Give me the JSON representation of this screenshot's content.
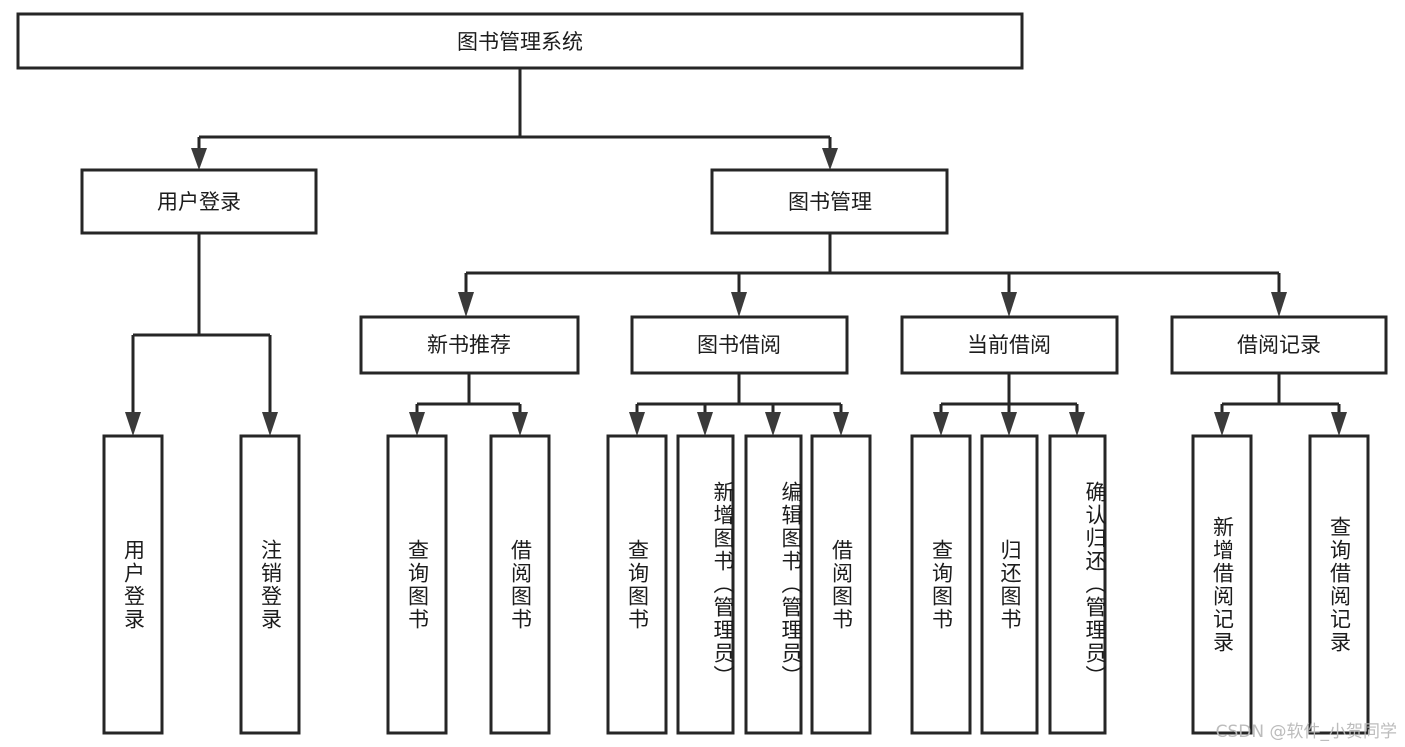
{
  "diagram": {
    "title": "图书管理系统",
    "type": "hierarchy-tree",
    "root": {
      "id": "root",
      "label": "图书管理系统",
      "orientation": "horizontal"
    },
    "level2": [
      {
        "id": "user-login",
        "label": "用户登录",
        "orientation": "horizontal"
      },
      {
        "id": "book-manage",
        "label": "图书管理",
        "orientation": "horizontal"
      }
    ],
    "level3": [
      {
        "id": "new-book-recommend",
        "label": "新书推荐",
        "orientation": "horizontal",
        "parent": "book-manage"
      },
      {
        "id": "book-borrow",
        "label": "图书借阅",
        "orientation": "horizontal",
        "parent": "book-manage"
      },
      {
        "id": "current-borrow",
        "label": "当前借阅",
        "orientation": "horizontal",
        "parent": "book-manage"
      },
      {
        "id": "borrow-record",
        "label": "借阅记录",
        "orientation": "horizontal",
        "parent": "book-manage"
      }
    ],
    "leaves": [
      {
        "id": "leaf-user-login",
        "label": "用户登录",
        "orientation": "vertical",
        "parent": "user-login"
      },
      {
        "id": "leaf-user-logout",
        "label": "注销登录",
        "orientation": "vertical",
        "parent": "user-login"
      },
      {
        "id": "leaf-query-book-1",
        "label": "查询图书",
        "orientation": "vertical",
        "parent": "new-book-recommend"
      },
      {
        "id": "leaf-borrow-book-1",
        "label": "借阅图书",
        "orientation": "vertical",
        "parent": "new-book-recommend"
      },
      {
        "id": "leaf-query-book-2",
        "label": "查询图书",
        "orientation": "vertical",
        "parent": "book-borrow"
      },
      {
        "id": "leaf-add-book",
        "label": "新增图书（管理员）",
        "orientation": "vertical",
        "parent": "book-borrow"
      },
      {
        "id": "leaf-edit-book",
        "label": "编辑图书（管理员）",
        "orientation": "vertical",
        "parent": "book-borrow"
      },
      {
        "id": "leaf-borrow-book-2",
        "label": "借阅图书",
        "orientation": "vertical",
        "parent": "book-borrow"
      },
      {
        "id": "leaf-query-book-3",
        "label": "查询图书",
        "orientation": "vertical",
        "parent": "current-borrow"
      },
      {
        "id": "leaf-return-book",
        "label": "归还图书",
        "orientation": "vertical",
        "parent": "current-borrow"
      },
      {
        "id": "leaf-confirm-return",
        "label": "确认归还（管理员）",
        "orientation": "vertical",
        "parent": "current-borrow"
      },
      {
        "id": "leaf-add-record",
        "label": "新增借阅记录",
        "orientation": "vertical",
        "parent": "borrow-record"
      },
      {
        "id": "leaf-query-record",
        "label": "查询借阅记录",
        "orientation": "vertical",
        "parent": "borrow-record"
      }
    ],
    "colors": {
      "box_stroke": "#262626",
      "box_fill": "#ffffff",
      "connector": "#262626",
      "text": "#1c1c1c",
      "watermark": "#b9b9b9",
      "background": "#ffffff"
    }
  },
  "watermark": {
    "text": "CSDN @软件_小贺同学"
  }
}
